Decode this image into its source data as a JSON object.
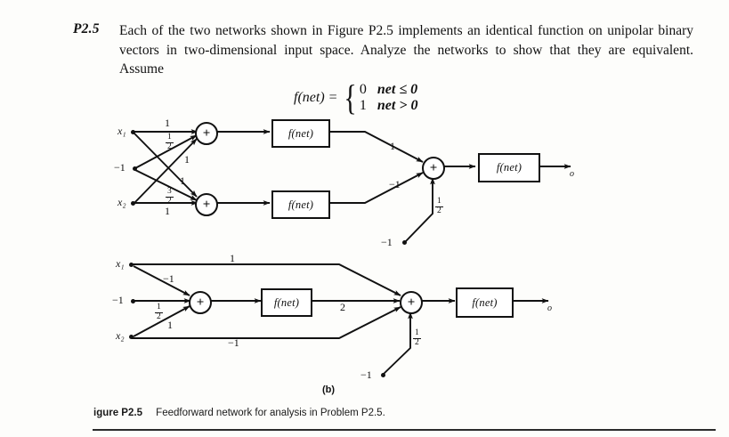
{
  "problem": {
    "number": "P2.5",
    "text": "Each of the two networks shown in Figure P2.5 implements an identical function on unipolar binary vectors in two-dimensional input space. Analyze the networks to show that they are equivalent. Assume"
  },
  "formula": {
    "lhs": "f(net)",
    "equals": "=",
    "case1_value": "0",
    "case1_cond": "net ≤ 0",
    "case2_value": "1",
    "case2_cond": "net > 0"
  },
  "network_top": {
    "inputs": [
      {
        "label": "x₁",
        "name": "input-x1"
      },
      {
        "label": "−1",
        "name": "input-bias"
      },
      {
        "label": "x₂",
        "name": "input-x2"
      }
    ],
    "weights": {
      "x1_to_sum1": "1",
      "bias_to_sum1_num": "1",
      "bias_to_sum1_den": "2",
      "x2_to_sum1": "1",
      "x1_to_sum2": "1",
      "bias_to_sum2_num": "3",
      "bias_to_sum2_den": "2",
      "x2_to_sum2": "1",
      "f1_to_out": "1",
      "f2_to_out": "−1",
      "bias_to_out_num": "1",
      "bias_to_out_den": "2"
    },
    "sum_symbol": "+",
    "activation_label": "f(net)",
    "output_activation_label": "f(net)",
    "output_bias_label": "−1",
    "output_label": "o"
  },
  "network_bottom": {
    "inputs": [
      {
        "label": "x₁",
        "name": "input-x1"
      },
      {
        "label": "−1",
        "name": "input-bias"
      },
      {
        "label": "x₂",
        "name": "input-x2"
      }
    ],
    "weights": {
      "x1_bypass": "1",
      "x1_to_sum": "−1",
      "bias_to_sum_num": "1",
      "bias_to_sum_den": "2",
      "x2_to_sum": "1",
      "x2_bypass": "−1",
      "f_to_out": "2",
      "bias_to_out_num": "1",
      "bias_to_out_den": "2"
    },
    "sum_symbol": "+",
    "activation_label": "f(net)",
    "output_activation_label": "f(net)",
    "output_bias_label": "−1",
    "output_label": "o"
  },
  "figure": {
    "subfigure": "(b)",
    "caption_lead": "igure P2.5",
    "caption_text": "Feedforward network for analysis in Problem P2.5."
  }
}
